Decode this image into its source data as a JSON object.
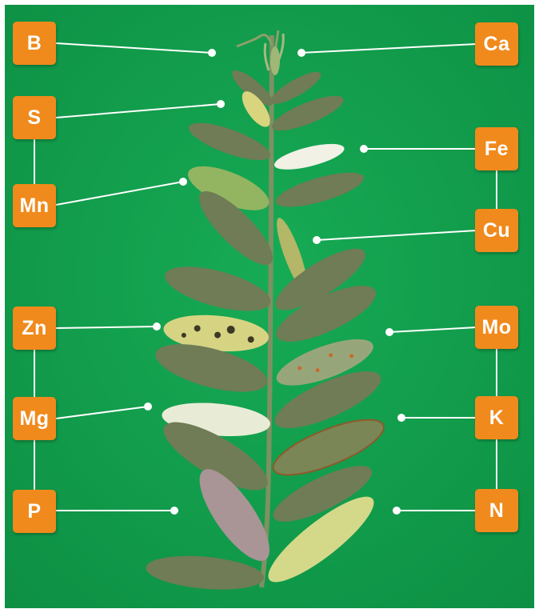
{
  "diagram": {
    "background_color": "#12a24f",
    "box_color": "#f08a1c",
    "leaf_color": "#6f7c55",
    "stem_color": "#7d9163",
    "deficiency_labels": {
      "B": "B",
      "S": "S",
      "Mn": "Mn",
      "Zn": "Zn",
      "Mg": "Mg",
      "P": "P",
      "Ca": "Ca",
      "Fe": "Fe",
      "Cu": "Cu",
      "Mo": "Mo",
      "K": "K",
      "N": "N"
    }
  }
}
